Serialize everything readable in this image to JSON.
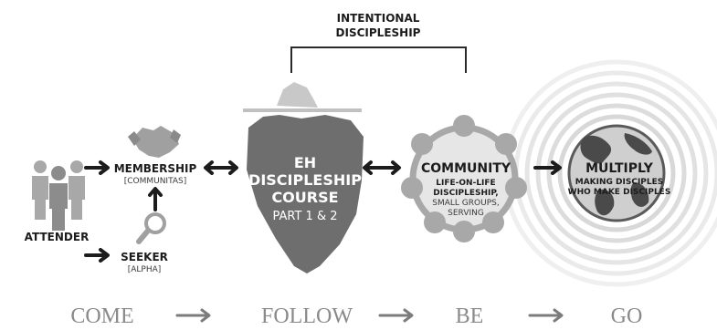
{
  "bracket": {
    "line1": "INTENTIONAL",
    "line2": "DISCIPLESHIP"
  },
  "attender": {
    "label": "ATTENDER"
  },
  "membership": {
    "label": "MEMBERSHIP",
    "sub": "[COMMUNITAS]"
  },
  "seeker": {
    "label": "SEEKER",
    "sub": "[ALPHA]"
  },
  "course": {
    "line1": "EH",
    "line2": "DISCIPLESHIP",
    "line3": "COURSE",
    "line4": "PART 1 & 2"
  },
  "community": {
    "title": "COMMUNITY",
    "line1": "LIFE-ON-LIFE",
    "line2": "DISCIPLESHIP,",
    "line3": "SMALL GROUPS,",
    "line4": "SERVING"
  },
  "multiply": {
    "title": "MULTIPLY",
    "line1": "MAKING DISCIPLES",
    "line2": "WHO MAKE DISCIPLES"
  },
  "stages": {
    "come": "COME",
    "follow": "FOLLOW",
    "be": "BE",
    "go": "GO"
  },
  "colors": {
    "dark": "#1c1c1c",
    "mid_gray": "#6b6b6b",
    "light_gray": "#b8b8b8",
    "ring_gray": "#d0d0d0",
    "stage_text": "#8a8a8a"
  },
  "icons": {
    "attender": "people-group-icon",
    "membership": "handshake-icon",
    "seeker": "magnifying-glass-icon",
    "course": "iceberg-icon",
    "community": "circle-of-people-icon",
    "multiply": "globe-icon"
  }
}
